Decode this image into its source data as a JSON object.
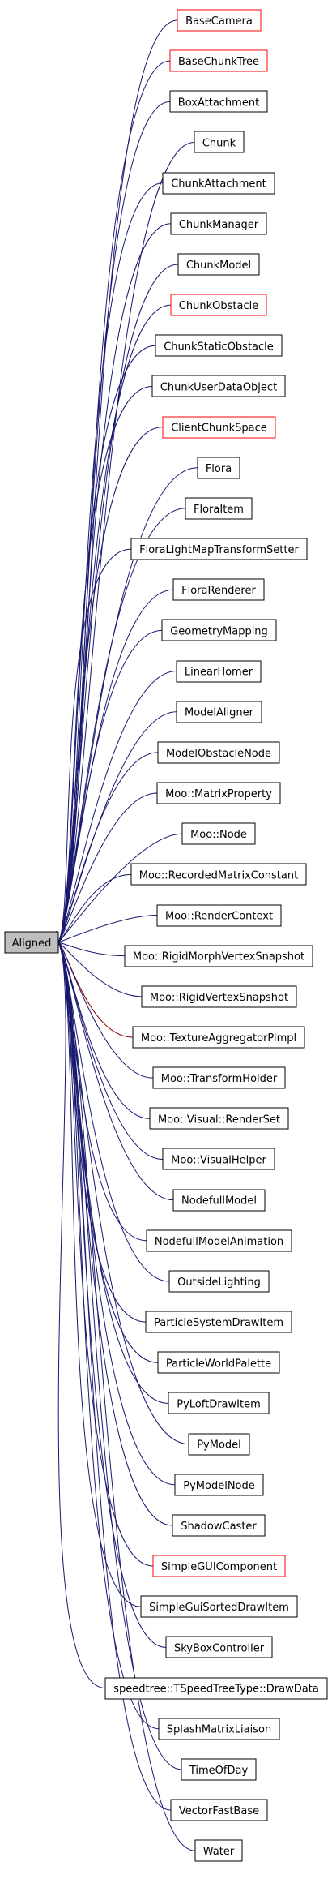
{
  "root": {
    "label": "Aligned",
    "fill": "#bfbfbf",
    "stroke": "#000000"
  },
  "colors": {
    "edge_default": "#191970",
    "edge_highlight": "#8b0000",
    "box_default": "#000000",
    "box_highlight": "#ff0000"
  },
  "nodes": [
    {
      "label": "BaseCamera",
      "highlight": true,
      "edge_highlight": false
    },
    {
      "label": "BaseChunkTree",
      "highlight": true,
      "edge_highlight": false
    },
    {
      "label": "BoxAttachment",
      "highlight": false,
      "edge_highlight": false
    },
    {
      "label": "Chunk",
      "highlight": false,
      "edge_highlight": false
    },
    {
      "label": "ChunkAttachment",
      "highlight": false,
      "edge_highlight": false
    },
    {
      "label": "ChunkManager",
      "highlight": false,
      "edge_highlight": false
    },
    {
      "label": "ChunkModel",
      "highlight": false,
      "edge_highlight": false
    },
    {
      "label": "ChunkObstacle",
      "highlight": true,
      "edge_highlight": false
    },
    {
      "label": "ChunkStaticObstacle",
      "highlight": false,
      "edge_highlight": false
    },
    {
      "label": "ChunkUserDataObject",
      "highlight": false,
      "edge_highlight": false
    },
    {
      "label": "ClientChunkSpace",
      "highlight": true,
      "edge_highlight": false
    },
    {
      "label": "Flora",
      "highlight": false,
      "edge_highlight": false
    },
    {
      "label": "FloraItem",
      "highlight": false,
      "edge_highlight": false
    },
    {
      "label": "FloraLightMapTransformSetter",
      "highlight": false,
      "edge_highlight": false
    },
    {
      "label": "FloraRenderer",
      "highlight": false,
      "edge_highlight": false
    },
    {
      "label": "GeometryMapping",
      "highlight": false,
      "edge_highlight": false
    },
    {
      "label": "LinearHomer",
      "highlight": false,
      "edge_highlight": false
    },
    {
      "label": "ModelAligner",
      "highlight": false,
      "edge_highlight": false
    },
    {
      "label": "ModelObstacleNode",
      "highlight": false,
      "edge_highlight": false
    },
    {
      "label": "Moo::MatrixProperty",
      "highlight": false,
      "edge_highlight": false
    },
    {
      "label": "Moo::Node",
      "highlight": false,
      "edge_highlight": false
    },
    {
      "label": "Moo::RecordedMatrixConstant",
      "highlight": false,
      "edge_highlight": false
    },
    {
      "label": "Moo::RenderContext",
      "highlight": false,
      "edge_highlight": false
    },
    {
      "label": "Moo::RigidMorphVertexSnapshot",
      "highlight": false,
      "edge_highlight": false
    },
    {
      "label": "Moo::RigidVertexSnapshot",
      "highlight": false,
      "edge_highlight": false
    },
    {
      "label": "Moo::TextureAggregatorPimpl",
      "highlight": false,
      "edge_highlight": true
    },
    {
      "label": "Moo::TransformHolder",
      "highlight": false,
      "edge_highlight": false
    },
    {
      "label": "Moo::Visual::RenderSet",
      "highlight": false,
      "edge_highlight": false
    },
    {
      "label": "Moo::VisualHelper",
      "highlight": false,
      "edge_highlight": false
    },
    {
      "label": "NodefullModel",
      "highlight": false,
      "edge_highlight": false
    },
    {
      "label": "NodefullModelAnimation",
      "highlight": false,
      "edge_highlight": false
    },
    {
      "label": "OutsideLighting",
      "highlight": false,
      "edge_highlight": false
    },
    {
      "label": "ParticleSystemDrawItem",
      "highlight": false,
      "edge_highlight": false
    },
    {
      "label": "ParticleWorldPalette",
      "highlight": false,
      "edge_highlight": false
    },
    {
      "label": "PyLoftDrawItem",
      "highlight": false,
      "edge_highlight": false
    },
    {
      "label": "PyModel",
      "highlight": false,
      "edge_highlight": false
    },
    {
      "label": "PyModelNode",
      "highlight": false,
      "edge_highlight": false
    },
    {
      "label": "ShadowCaster",
      "highlight": false,
      "edge_highlight": false
    },
    {
      "label": "SimpleGUIComponent",
      "highlight": true,
      "edge_highlight": false
    },
    {
      "label": "SimpleGuiSortedDrawItem",
      "highlight": false,
      "edge_highlight": false
    },
    {
      "label": "SkyBoxController",
      "highlight": false,
      "edge_highlight": false
    },
    {
      "label": "speedtree::TSpeedTreeType::DrawData",
      "highlight": false,
      "edge_highlight": false
    },
    {
      "label": "SplashMatrixLiaison",
      "highlight": false,
      "edge_highlight": false
    },
    {
      "label": "TimeOfDay",
      "highlight": false,
      "edge_highlight": false
    },
    {
      "label": "VectorFastBase",
      "highlight": false,
      "edge_highlight": false
    },
    {
      "label": "Water",
      "highlight": false,
      "edge_highlight": false
    }
  ]
}
